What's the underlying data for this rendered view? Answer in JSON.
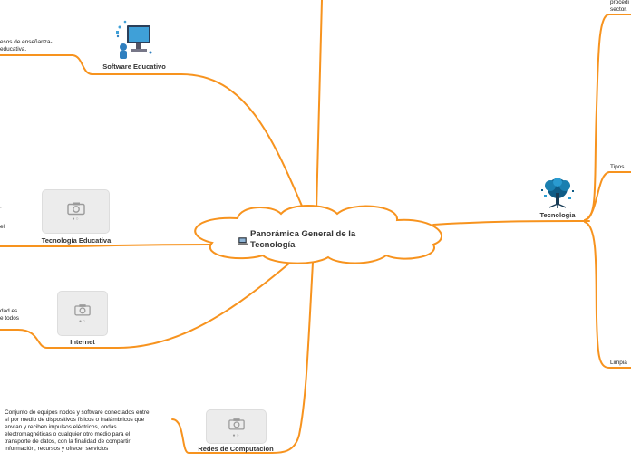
{
  "central": {
    "title": "Panorámica General de la Tecnología",
    "icon": "laptop-icon"
  },
  "nodes": {
    "software": {
      "label": "Software Educativo",
      "image": "computer-student-illustration"
    },
    "tec_edu": {
      "label": "Tecnología Educativa",
      "image": "camera-placeholder-icon"
    },
    "internet": {
      "label": "Internet",
      "image": "camera-placeholder-icon"
    },
    "redes": {
      "label": "Redes de Computacion",
      "image": "camera-placeholder-icon"
    },
    "tecnologia": {
      "label": "Tecnologia",
      "image": "digital-tree-illustration"
    }
  },
  "texts": {
    "software_desc": [
      "esos de enseñanza-",
      "educativa."
    ],
    "tec_edu_desc": [
      ",",
      "el"
    ],
    "internet_desc": [
      "dad es",
      "e todos"
    ],
    "redes_desc": [
      "Conjunto de equipos nodos y software conectados entre",
      "sí por medio de dispositivos físicos o inalámbricos que",
      "envían y reciben impulsos eléctricos, ondas",
      "electromagnéticas o cualquier otro medio para el",
      "transporte de datos, con la finalidad de compartir",
      "información, recursos y ofrecer servicios"
    ],
    "top_right": [
      "procedi",
      "sector."
    ],
    "tipos": "Tipos",
    "limpia": "Limpia"
  },
  "colors": {
    "connector": "#f7931e",
    "cloud_stroke": "#f7931e"
  }
}
